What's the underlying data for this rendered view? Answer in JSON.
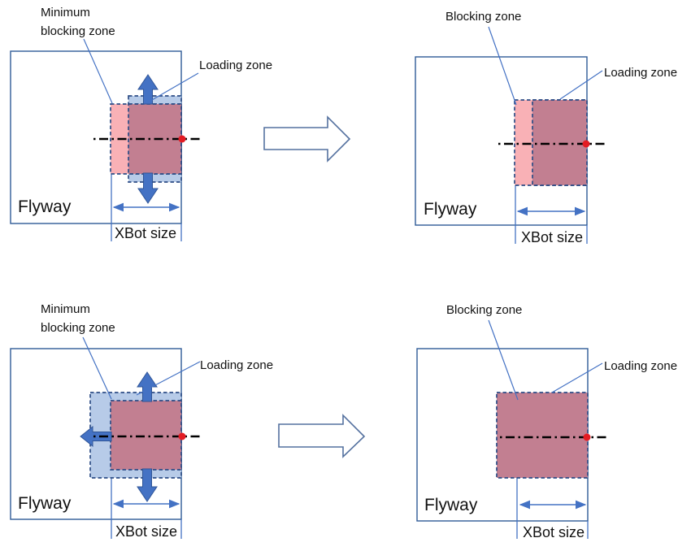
{
  "colors": {
    "flyway_border": "#2f5b97",
    "zone_dash_border": "#2e4d86",
    "pink_blocking": "#f9b1b6",
    "mauve_overlap": "#c27f91",
    "blue_loading": "#b7cbe8",
    "arrow_blue": "#4472c4",
    "big_arrow_outline": "#54719f",
    "centerline_black": "#000000",
    "red_dot": "#e31b23",
    "text": "#111111"
  },
  "panels": {
    "top_left": {
      "zone_label_line1": "Minimum",
      "zone_label_line2": "blocking zone",
      "loading_label": "Loading zone",
      "flyway_label": "Flyway",
      "xbot_label": "XBot size"
    },
    "top_right": {
      "zone_label": "Blocking zone",
      "loading_label": "Loading zone",
      "flyway_label": "Flyway",
      "xbot_label": "XBot size"
    },
    "bottom_left": {
      "zone_label_line1": "Minimum",
      "zone_label_line2": "blocking zone",
      "loading_label": "Loading zone",
      "flyway_label": "Flyway",
      "xbot_label": "XBot size"
    },
    "bottom_right": {
      "zone_label": "Blocking zone",
      "loading_label": "Loading zone",
      "flyway_label": "Flyway",
      "xbot_label": "XBot size"
    }
  }
}
